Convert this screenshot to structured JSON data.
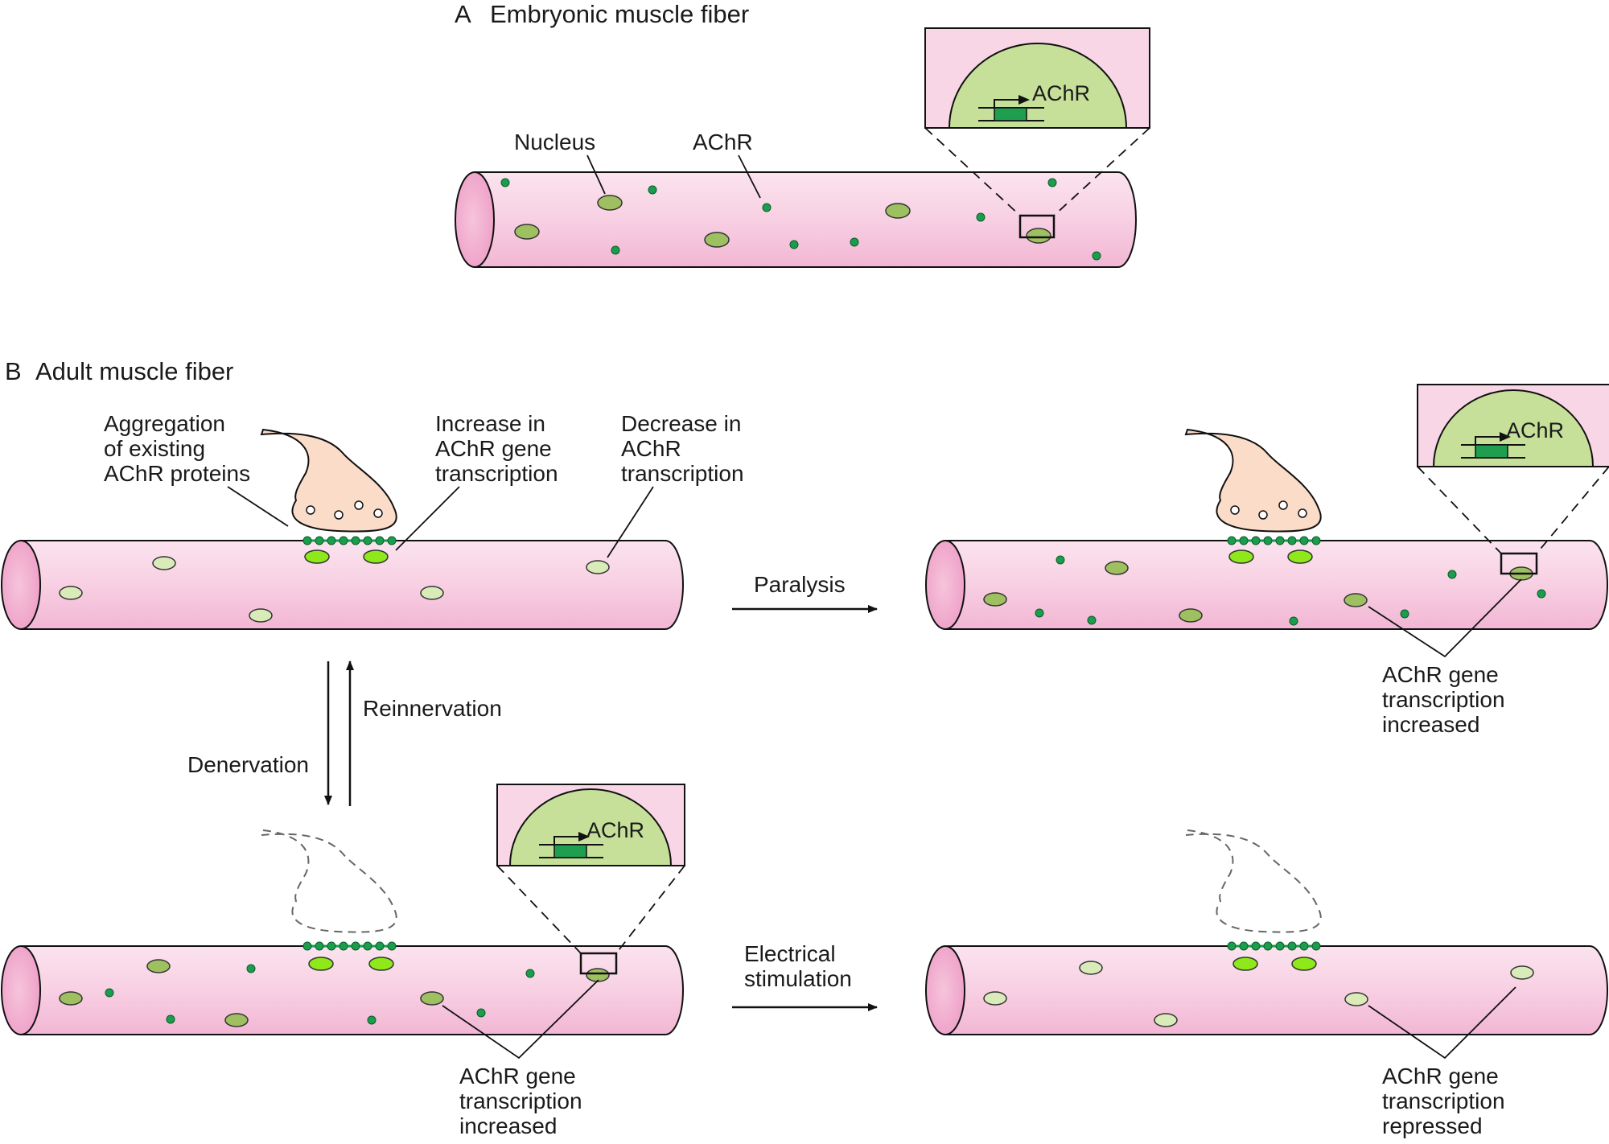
{
  "panel_a": {
    "letter": "A",
    "title": "Embryonic muscle fiber",
    "label_nucleus": "Nucleus",
    "label_achr": "AChR",
    "inset_label": "AChR"
  },
  "panel_b": {
    "letter": "B",
    "title": "Adult muscle fiber",
    "innervated": {
      "label_aggregation": [
        "Aggregation",
        "of existing",
        "AChR proteins"
      ],
      "label_increase": [
        "Increase in",
        "AChR gene",
        "transcription"
      ],
      "label_decrease": [
        "Decrease in",
        "AChR",
        "transcription"
      ]
    },
    "arrow_paralysis": "Paralysis",
    "arrow_electrical": [
      "Electrical",
      "stimulation"
    ],
    "arrow_denervation": "Denervation",
    "arrow_reinnervation": "Reinnervation",
    "paralyzed": {
      "inset_label": "AChR",
      "caption": [
        "AChR gene",
        "transcription",
        "increased"
      ]
    },
    "denervated": {
      "inset_label": "AChR",
      "caption": [
        "AChR gene",
        "transcription",
        "increased"
      ]
    },
    "stimulated": {
      "caption": [
        "AChR gene",
        "transcription",
        "repressed"
      ]
    }
  },
  "colors": {
    "fiber_top": "#f9dcea",
    "fiber_bottom": "#f3b8d6",
    "fiber_end": "#f0a8cc",
    "nucleus_active": "#9fc060",
    "nucleus_inactive": "#d9ebb8",
    "nucleus_synaptic": "#8ee81a",
    "achr_dot": "#1a9e4e",
    "inset_bg": "#f8d6e6",
    "inset_nucleus": "#c6e09a",
    "gene_box": "#1f9e50",
    "terminal": "#fbdcc8"
  }
}
